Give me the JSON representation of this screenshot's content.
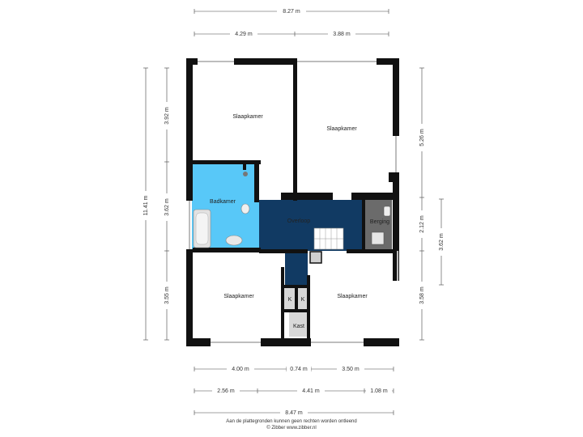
{
  "dimensions": {
    "top_total": "8.27 m",
    "top_left": "4.29 m",
    "top_right": "3.88 m",
    "left_total": "11.41 m",
    "left_upper": "3.92 m",
    "left_middle": "3.62 m",
    "left_lower": "3.55 m",
    "right_upper": "5.26 m",
    "right_middle": "2.12 m",
    "right_lower": "3.58 m",
    "right_outer": "3.62 m",
    "bottom_a_left": "4.00 m",
    "bottom_a_mid": "0.74 m",
    "bottom_a_right": "3.50 m",
    "bottom_b_left": "2.56 m",
    "bottom_b_mid": "4.41 m",
    "bottom_b_right": "1.08 m",
    "bottom_total": "8.47 m"
  },
  "rooms": {
    "bedroom_top_left": "Slaapkamer",
    "bedroom_top_right": "Slaapkamer",
    "bathroom": "Badkamer",
    "landing": "Overloop",
    "storage": "Berging",
    "bedroom_bottom_left": "Slaapkamer",
    "bedroom_bottom_right": "Slaapkamer",
    "closet_left": "K",
    "closet_right": "K",
    "wardrobe": "Kast"
  },
  "footer": {
    "disclaimer": "Aan de plattegronden kunnen geen rechten worden ontleend",
    "copyright": "© Zibber www.zibber.nl"
  },
  "colors": {
    "wall": "#111111",
    "bathroom": "#58c8f8",
    "landing": "#113a63",
    "storage": "#6b6b6b",
    "closet": "#d8d8d8",
    "window": "#bdbdbd"
  }
}
